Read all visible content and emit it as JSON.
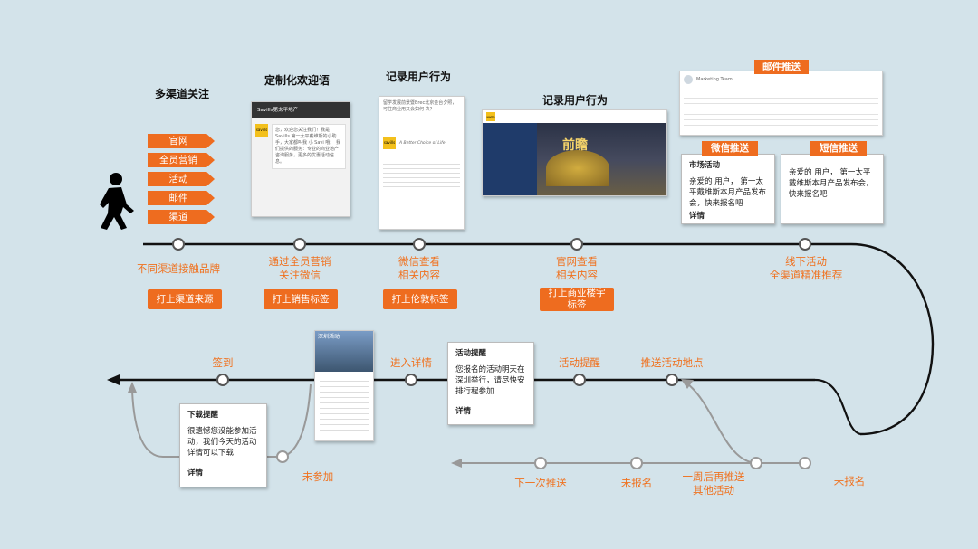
{
  "top_titles": {
    "multi_channel": "多渠道关注",
    "custom_welcome": "定制化欢迎语",
    "record_behavior_1": "记录用户行为",
    "record_behavior_2": "记录用户行为"
  },
  "channels": [
    "官网",
    "全员营销",
    "活动",
    "邮件",
    "渠道"
  ],
  "timeline_labels": {
    "touch_brand": "不同渠道接触品牌",
    "follow_wechat": "通过全员营销\n关注微信",
    "wechat_view": "微信查看\n相关内容",
    "website_view": "官网查看\n相关内容",
    "offline_event": "线下活动\n全渠道精准推荐"
  },
  "tags": {
    "source_tag": "打上渠道来源",
    "sales_tag": "打上销售标签",
    "brand_tag": "打上伦敦标签",
    "building_tag": "打上商业楼宇\n标签"
  },
  "push_badges": {
    "email": "邮件推送",
    "wechat": "微信推送",
    "sms": "短信推送"
  },
  "market_card": {
    "title": "市场活动",
    "body": "亲爱的  用户，  第一太平戴维斯本月产品发布会，快来报名吧",
    "more": "详情"
  },
  "sms_card": {
    "body": "亲爱的  用户，  第一太平戴维斯本月产品发布会，快来报名吧"
  },
  "middle_labels": {
    "checkin": "签到",
    "enter_detail": "进入详情",
    "activity_remind": "活动提醒",
    "push_location": "推送活动地点"
  },
  "reminder_card": {
    "title": "活动提醒",
    "body": "您报名的活动明天在深圳举行，请尽快安排行程参加",
    "more": "详情"
  },
  "download_card": {
    "title": "下载提醒",
    "body": "很遗憾您没能参加活动，我们今天的活动详情可以下载",
    "more": "详情"
  },
  "bottom_labels": {
    "not_attend": "未参加",
    "next_push": "下一次推送",
    "not_registered_1": "未报名",
    "repush": "一周后再推送\n其他活动",
    "not_registered_2": "未报名"
  },
  "wechat_chat": {
    "header": "Savills第太平地产",
    "message": "您，欢迎您关注我们！我是 Savills 第一太平戴维斯的小助手，大家都叫我 小 Savi 哦！ 我们提供的服务：专业的商业地产咨询服务，更多的优惠活动信息。",
    "avatar": "savills"
  },
  "wechat_article": {
    "text": "留学发展前景暨Brec北京金台夕照，可住商业用又会如何 决？",
    "logo": "savills",
    "slogan": "A Better Choice of Life"
  },
  "website": {
    "logo": "savills",
    "hero_text": "前瞻"
  },
  "email_preview": {
    "sender": "Marketing Team"
  },
  "event_app": {
    "name": "深圳活动"
  }
}
